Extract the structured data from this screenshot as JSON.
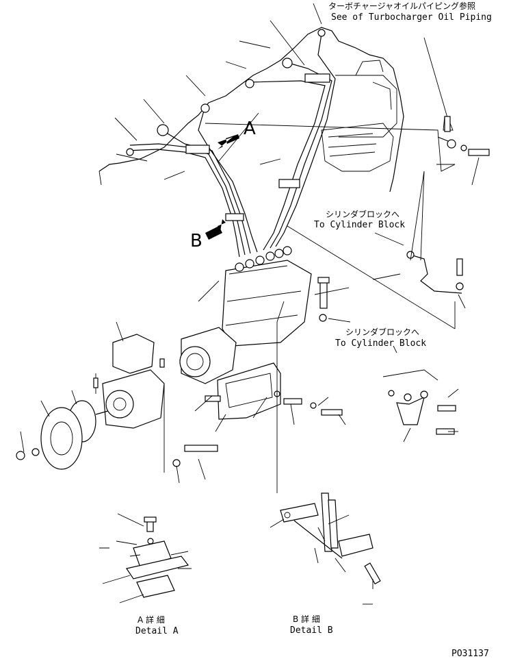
{
  "labels": {
    "turbo_jp": "ターボチャージャオイルパイピング参照",
    "turbo_en": "See of Turbocharger Oil Piping",
    "cyl1_jp": "シリンダブロックへ",
    "cyl1_en": "To Cylinder Block",
    "cyl2_jp": "シリンダブロックへ",
    "cyl2_en": "To Cylinder Block",
    "view_a": "A",
    "view_b": "B",
    "detail_a_jp": "A 詳 細",
    "detail_a_en": "Detail A",
    "detail_b_jp": "B 詳 細",
    "detail_b_en": "Detail B",
    "drawing_no": "PO31137"
  }
}
